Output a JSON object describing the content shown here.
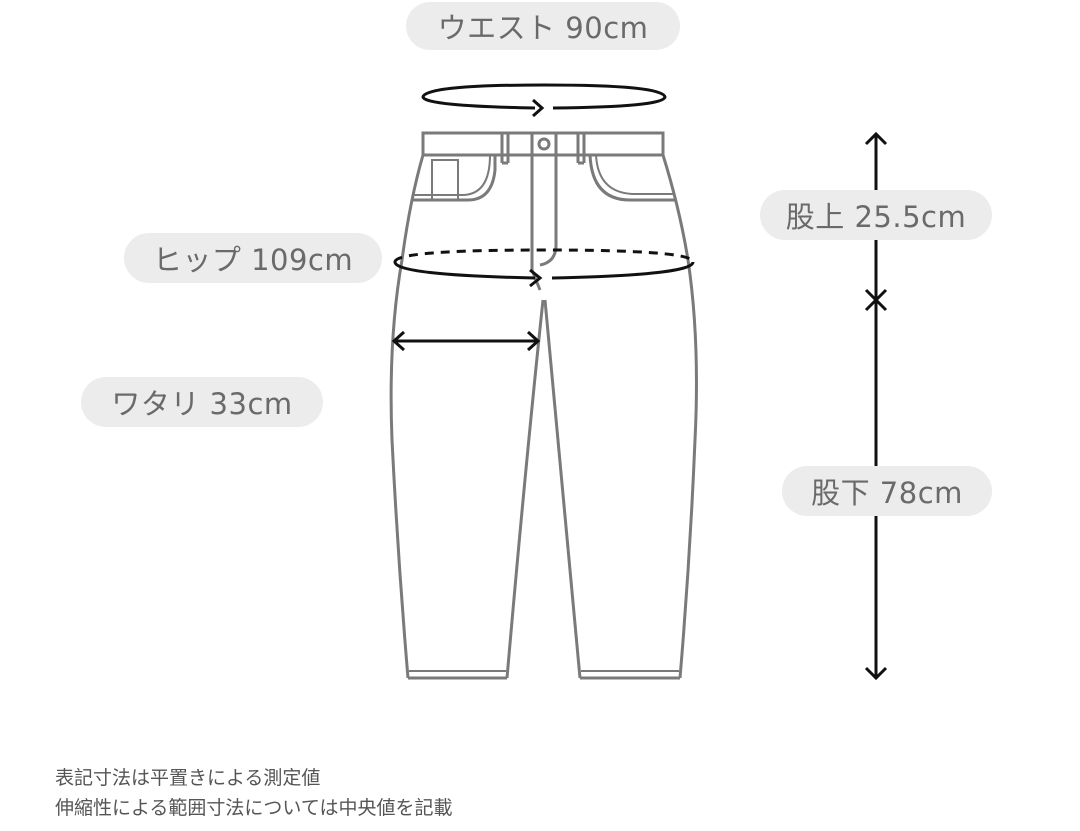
{
  "labels": {
    "waist": "ウエスト 90cm",
    "hip": "ヒップ 109cm",
    "thigh": "ワタリ 33cm",
    "rise": "股上 25.5cm",
    "inseam": "股下 78cm"
  },
  "notes": [
    "表記寸法は平置きによる測定値",
    "伸縮性による範囲寸法については中央値を記載"
  ],
  "colors": {
    "outline": "#7a7a7a",
    "arrow": "#111111",
    "pill_bg": "#ececec",
    "pill_text": "#6a6a6a"
  }
}
